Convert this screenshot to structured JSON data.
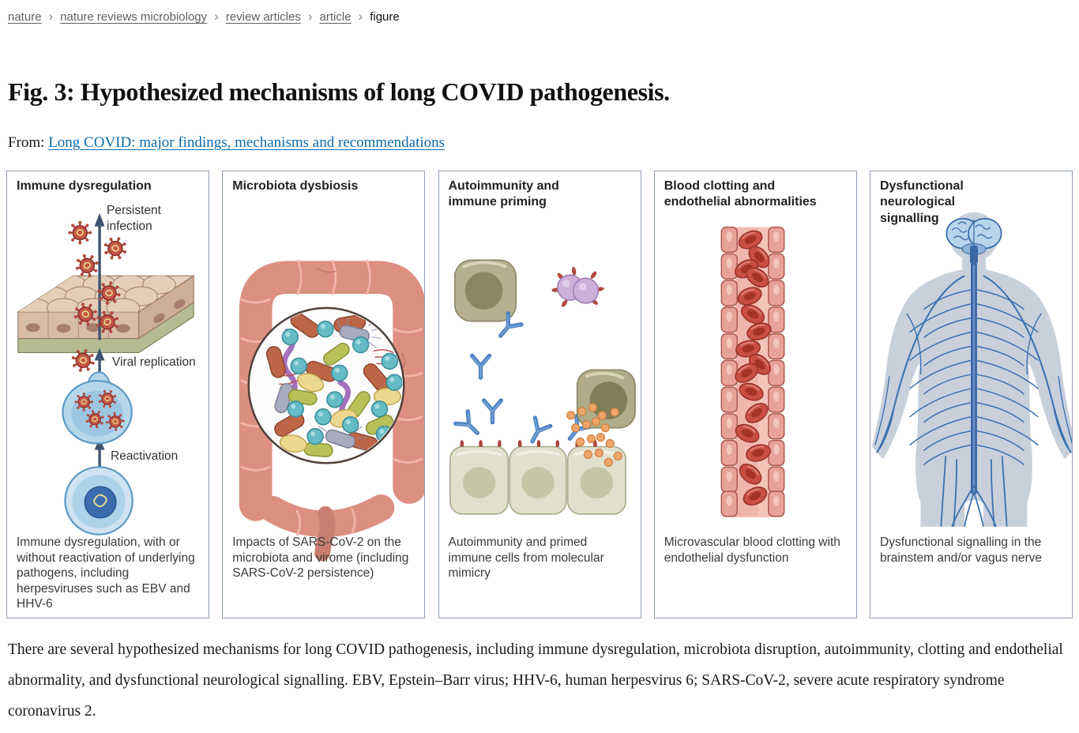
{
  "breadcrumb": {
    "separator": "›",
    "items": [
      {
        "label": "nature"
      },
      {
        "label": "nature reviews microbiology"
      },
      {
        "label": "review articles"
      },
      {
        "label": "article"
      },
      {
        "label": "figure"
      }
    ]
  },
  "figure": {
    "title": "Fig. 3: Hypothesized mechanisms of long COVID pathogenesis.",
    "from_label": "From:",
    "article_link": "Long COVID: major findings, mechanisms and recommendations"
  },
  "panels": [
    {
      "title": "Immune dysregulation",
      "annotations": [
        "Persistent infection",
        "Viral replication",
        "Reactivation"
      ],
      "caption": "Immune dysregulation, with or without reactivation of underlying pathogens, including herpesviruses such as EBV and HHV-6",
      "illustration": "epithelium-with-viruses, exocytic-vesicle, latent-infected-cell"
    },
    {
      "title": "Microbiota dysbiosis",
      "caption": "Impacts of SARS-CoV-2 on the microbiota and virome (including SARS-CoV-2 persistence)",
      "illustration": "colon-with-microbiota-inset"
    },
    {
      "title": "Autoimmunity and immune priming",
      "caption": "Autoimmunity and primed immune cells from molecular mimicry",
      "illustration": "immune-cells-antibodies-attacking-tissue"
    },
    {
      "title": "Blood clotting and endothelial abnormalities",
      "caption": "Microvascular blood clotting with endothelial dysfunction",
      "illustration": "blood-vessel-with-red-blood-cells"
    },
    {
      "title": "Dysfunctional neurological signalling",
      "caption": "Dysfunctional signalling in the brainstem and/or vagus nerve",
      "illustration": "human-body-nervous-system"
    }
  ],
  "description": "There are several hypothesized mechanisms for long COVID pathogenesis, including immune dysregulation, microbiota disruption, autoimmunity, clotting and endothelial abnormality, and dysfunctional neurological signalling. EBV, Epstein–Barr virus; HHV-6, human herpesvirus 6; SARS-CoV-2, severe acute respiratory syndrome coronavirus 2.",
  "colors": {
    "link_blue": "#0c6bad",
    "breadcrumb_gray": "#5f5f5f",
    "panel_border": "#8e9cb3",
    "arrow_navy": "#3e5570",
    "virus_red": "#c4554a",
    "antibody_blue": "#4d84c4",
    "immune_cell_khaki": "#b5b08d",
    "granule_orange": "#efa66d",
    "intestine_salmon": "#dc9080",
    "vessel_wall_pink": "#e7a29a",
    "rbc_red": "#c94f45",
    "body_silhouette": "#c8d0dc",
    "nerve_blue": "#3b70ae"
  }
}
